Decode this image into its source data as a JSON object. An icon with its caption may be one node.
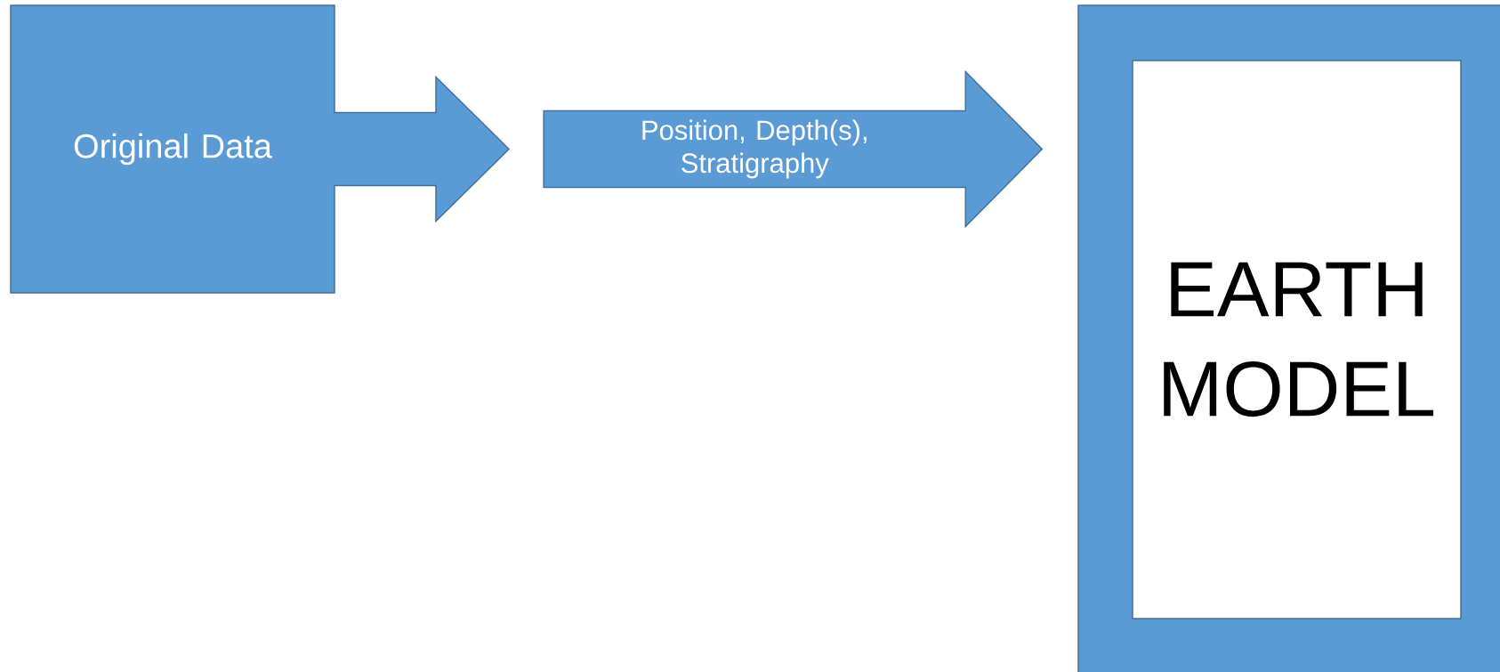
{
  "diagram": {
    "nodes": [
      {
        "text": [
          "Original Data"
        ]
      },
      {
        "text": [
          "EARTH MODEL"
        ]
      }
    ],
    "edges": [
      {
        "from": 0,
        "to": 1,
        "arrow": "to",
        "label": "Position, Depth(s), Stratigraphy"
      }
    ]
  }
}
